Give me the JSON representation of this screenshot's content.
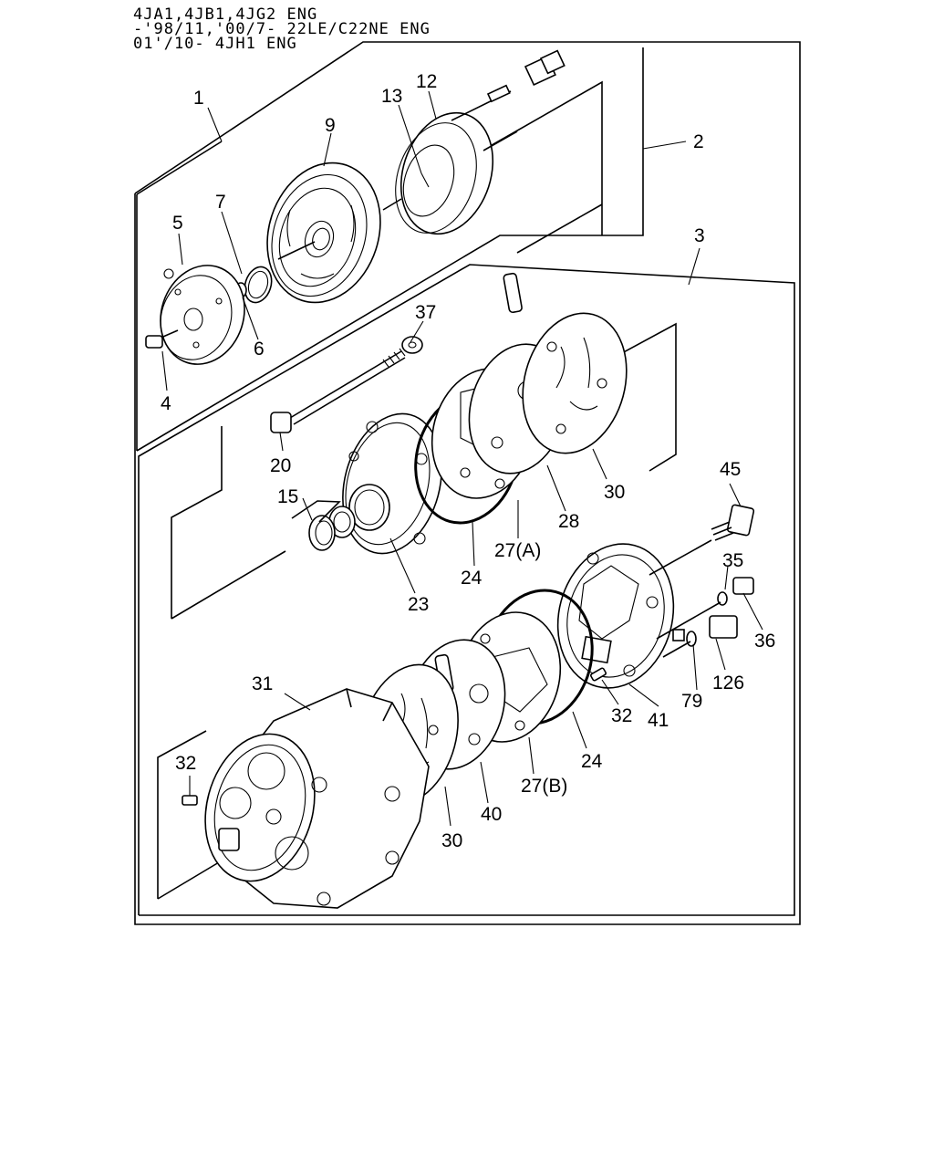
{
  "header": {
    "lines": [
      "4JA1,4JB1,4JG2 ENG",
      "-'98/11,'00/7- 22LE/C22NE ENG",
      "01'/10- 4JH1 ENG"
    ]
  },
  "callouts": [
    {
      "id": "c1",
      "label": "1"
    },
    {
      "id": "c2",
      "label": "2"
    },
    {
      "id": "c3",
      "label": "3"
    },
    {
      "id": "c4",
      "label": "4"
    },
    {
      "id": "c5",
      "label": "5"
    },
    {
      "id": "c6",
      "label": "6"
    },
    {
      "id": "c7",
      "label": "7"
    },
    {
      "id": "c9",
      "label": "9"
    },
    {
      "id": "c12",
      "label": "12"
    },
    {
      "id": "c13",
      "label": "13"
    },
    {
      "id": "c15",
      "label": "15"
    },
    {
      "id": "c20",
      "label": "20"
    },
    {
      "id": "c23",
      "label": "23"
    },
    {
      "id": "c24a",
      "label": "24"
    },
    {
      "id": "c24b",
      "label": "24"
    },
    {
      "id": "c27a",
      "label": "27(A)"
    },
    {
      "id": "c27b",
      "label": "27(B)"
    },
    {
      "id": "c28",
      "label": "28"
    },
    {
      "id": "c30a",
      "label": "30"
    },
    {
      "id": "c30b",
      "label": "30"
    },
    {
      "id": "c31",
      "label": "31"
    },
    {
      "id": "c32a",
      "label": "32"
    },
    {
      "id": "c32b",
      "label": "32"
    },
    {
      "id": "c35",
      "label": "35"
    },
    {
      "id": "c36",
      "label": "36"
    },
    {
      "id": "c37",
      "label": "37"
    },
    {
      "id": "c40",
      "label": "40"
    },
    {
      "id": "c41",
      "label": "41"
    },
    {
      "id": "c45",
      "label": "45"
    },
    {
      "id": "c79",
      "label": "79"
    },
    {
      "id": "c126",
      "label": "126"
    }
  ]
}
